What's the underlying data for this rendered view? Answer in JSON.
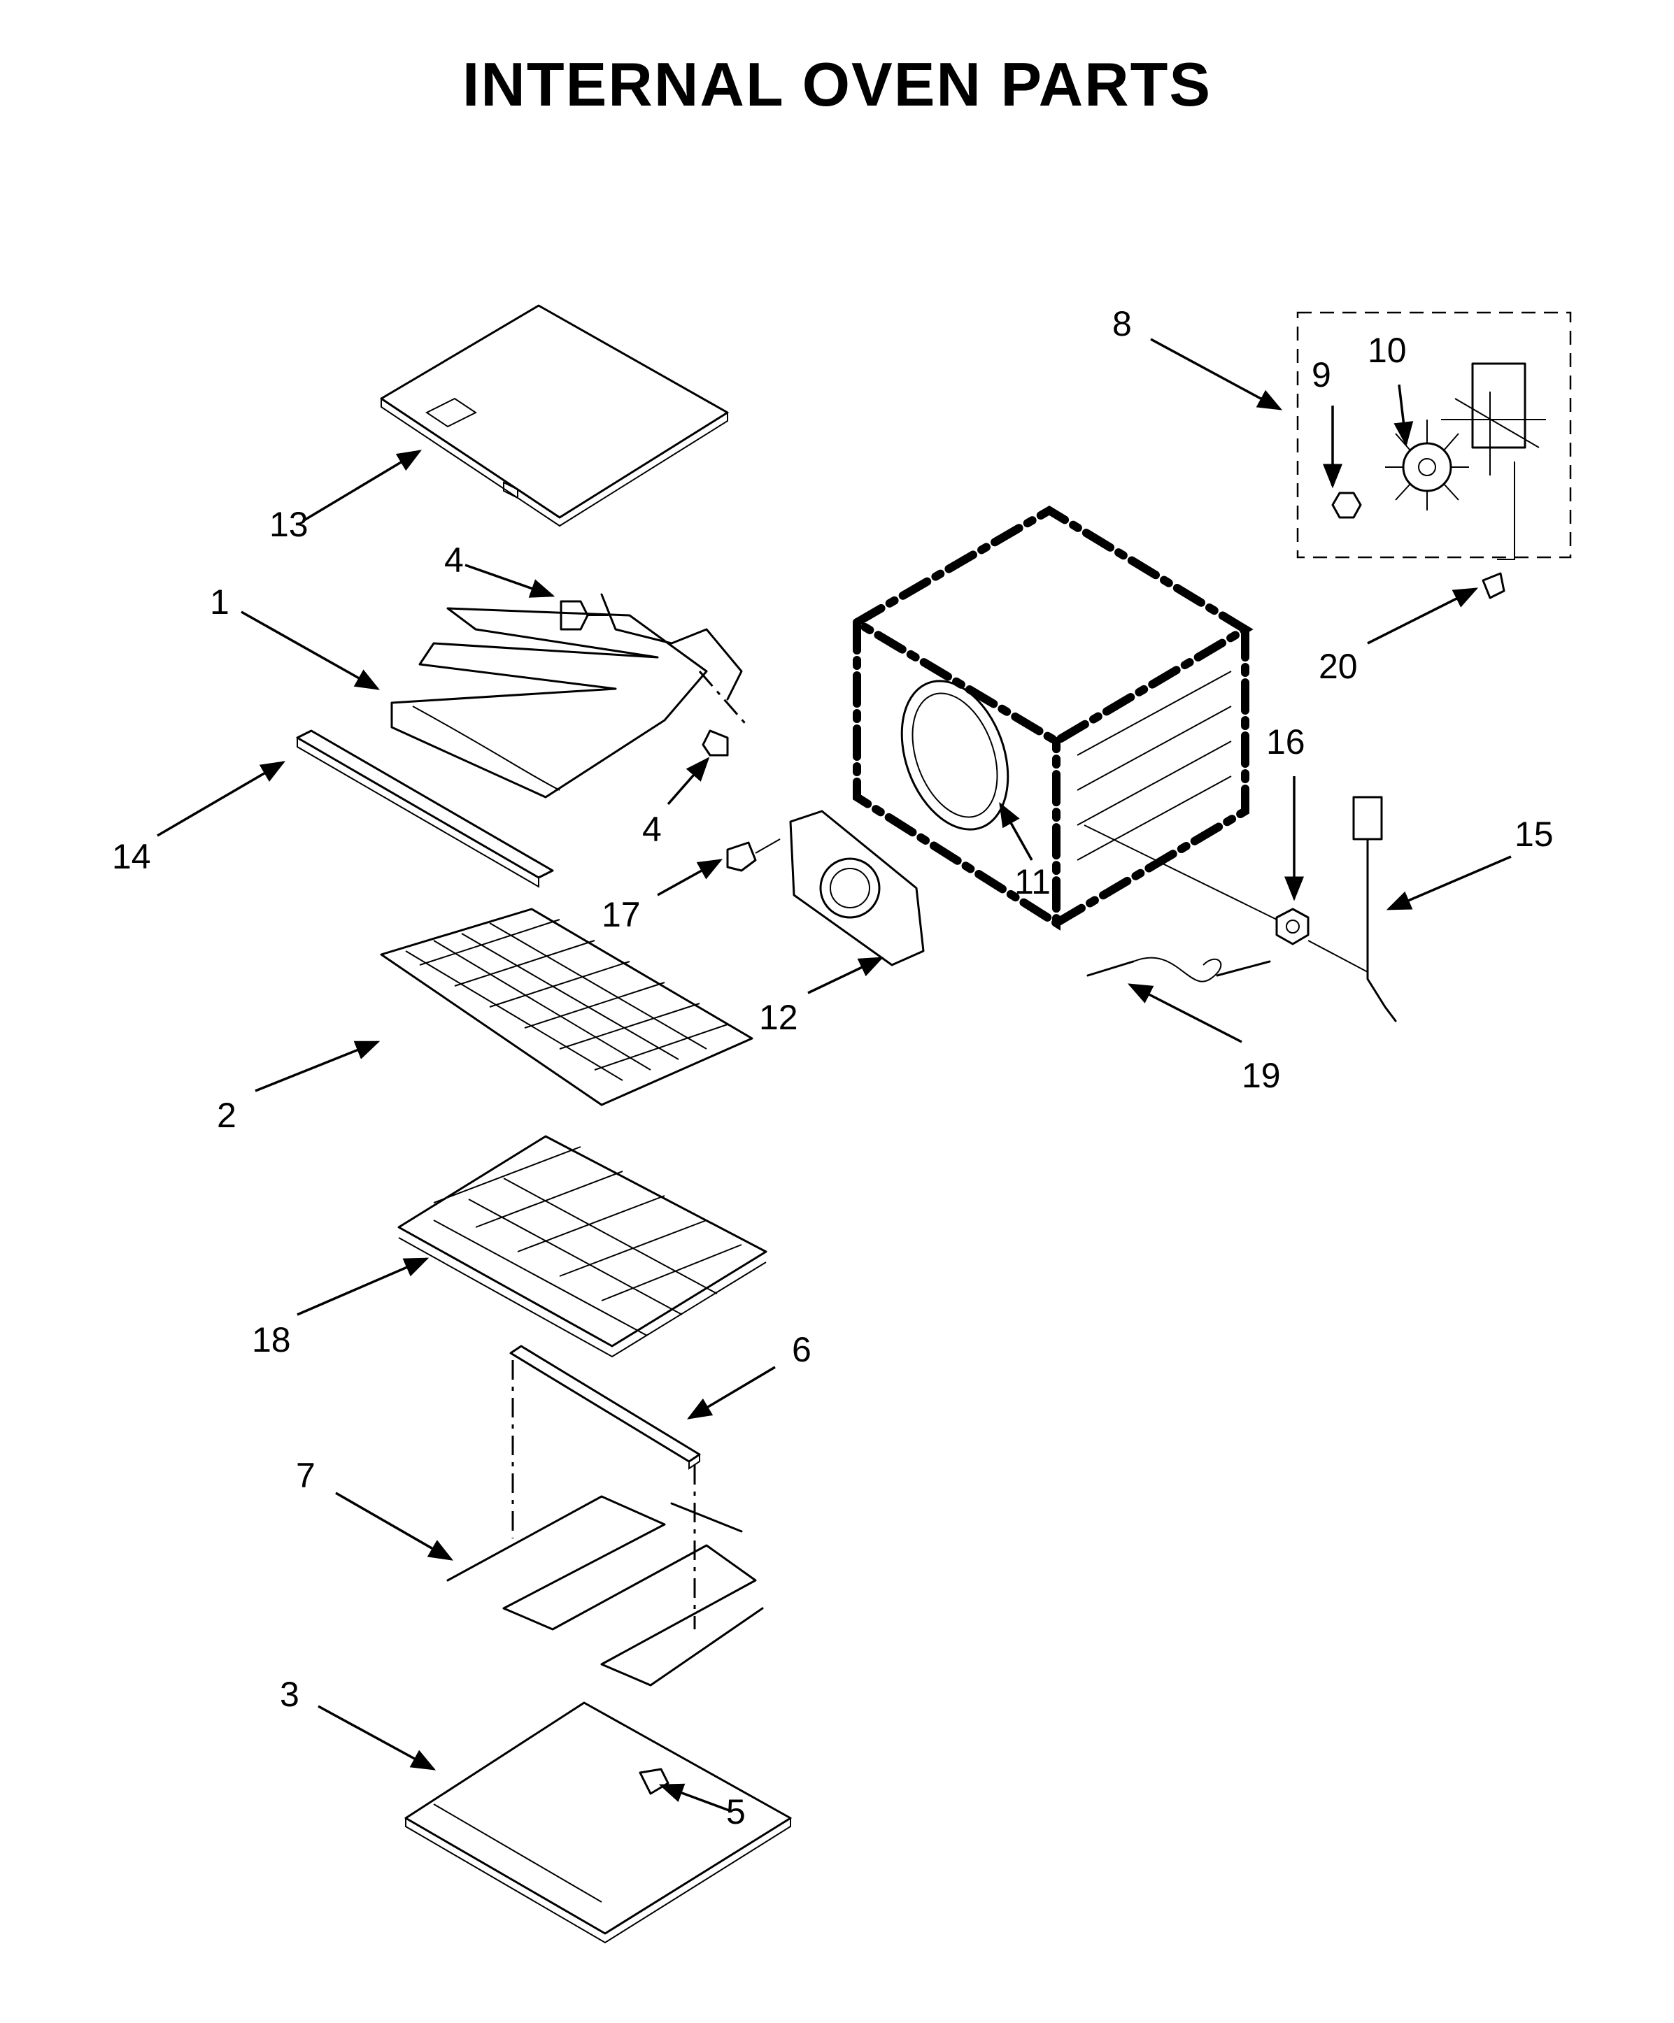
{
  "title": "INTERNAL OVEN PARTS",
  "callouts": [
    "1",
    "2",
    "3",
    "4",
    "4",
    "5",
    "6",
    "7",
    "8",
    "9",
    "10",
    "11",
    "12",
    "13",
    "14",
    "15",
    "16",
    "17",
    "18",
    "19",
    "20"
  ]
}
